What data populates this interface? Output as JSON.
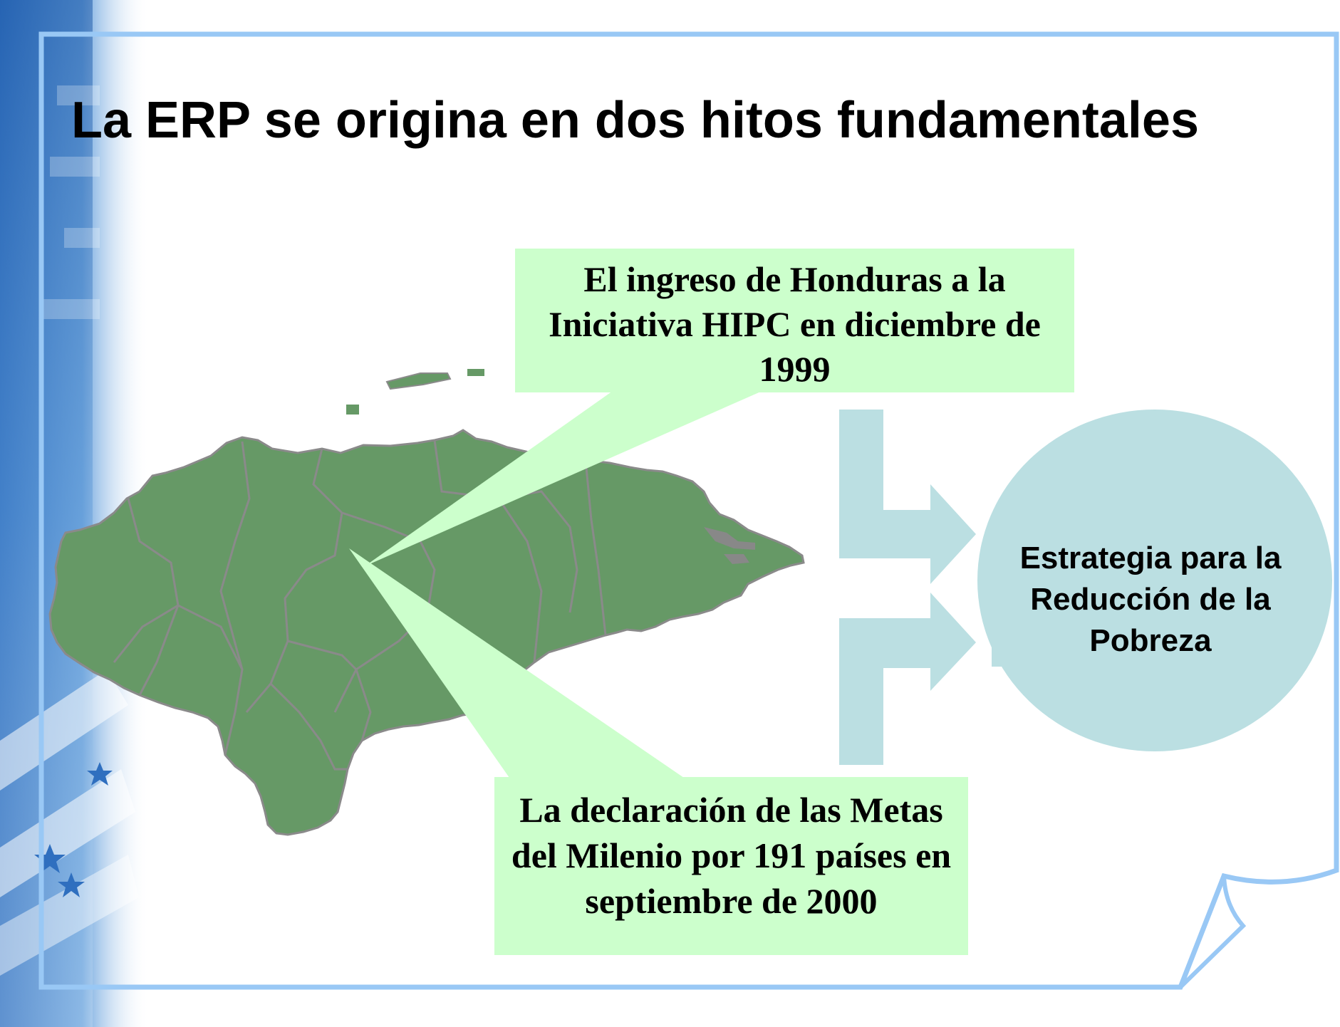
{
  "slide": {
    "title": "La ERP se origina en dos hitos fundamentales",
    "milestones": [
      {
        "text": "El ingreso de Honduras a la Iniciativa HIPC en diciembre de 1999"
      },
      {
        "text": "La declaración de las Metas del Milenio por 191 países en septiembre de 2000"
      }
    ],
    "result": {
      "text": "Estrategia para la Reducción de la Pobreza"
    }
  },
  "colors": {
    "map_fill": "#669966",
    "map_border": "#8a8a8a",
    "callout_fill": "#ccffcc",
    "arrow_fill": "#bbdfe2",
    "circle_fill": "#bbdfe2",
    "frame_stroke": "#99c8f5",
    "banner_blue": "#3d7fc9"
  },
  "icons": {
    "map": "honduras-map",
    "arrows": "merge-arrows",
    "flag": "honduras-flag-strip"
  }
}
